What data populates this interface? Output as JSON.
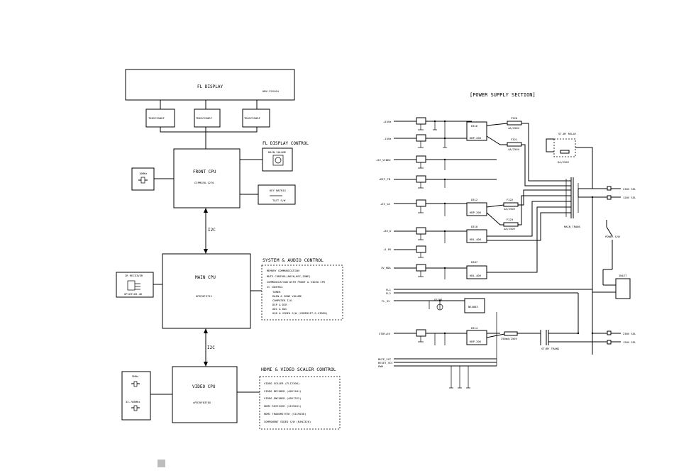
{
  "left": {
    "fl_display": {
      "title": "FL DISPLAY",
      "part": "HNV-22SL04"
    },
    "fl_drivers": [
      "TD62C950RF",
      "TD62C950RF",
      "TD62C950RF"
    ],
    "front_cpu": {
      "title": "FRONT CPU",
      "part": "C3PM1E0-1270"
    },
    "crystal_front": "10MHz",
    "fl_control": {
      "title": "FL DISPLAY CONTROL",
      "main_volume": "MAIN VOLUME",
      "key_matrix": "KEY MATRIX",
      "tactsw": "TACT S/W"
    },
    "i2c_1": "I2C",
    "i2c_2": "I2C",
    "main_cpu": {
      "title": "MAIN CPU",
      "part": "UPD70F3712"
    },
    "ir_receiver": {
      "title": "IR RECEIVER",
      "part": "GP1UT126-46"
    },
    "system_audio": {
      "title": "SYSTEM & AUDIO CONTROL",
      "items": [
        "MEMORY COMMUNICATION",
        "MUTE CONTROL(MAIN,REC,ZONE)",
        "COMMUNICATION WITH FRONT & VIDEO CPU",
        "IC CONTROL"
      ],
      "sub": [
        "TUNER",
        "MAIN & ZONE VOLUME",
        "COMPUTER I/O",
        "DSP & DIR",
        "ADC & DAC",
        "OSD & VIDEO S/W (COMPOSIT,S-VIDEO)"
      ]
    },
    "video_cpu": {
      "title": "VIDEO CPU",
      "part": "uPD70F0370X"
    },
    "crystals": [
      "5MHz",
      "32.768MHz"
    ],
    "hdmi_control": {
      "title": "HDMI & VIDEO SCALER CONTROL",
      "items": [
        "VIDEO SCALER (FLI2300)",
        "VIDEO DECODER (ADV7401)",
        "VIDEO ENCODER (ADV7322)",
        "HDMI RECEIVER (SII9031)",
        "HDMI TRANSMITTER (SII9030)",
        "COMPONENT VIDEO S/W (NJW1320)"
      ]
    }
  },
  "right": {
    "title": "[POWER SUPPLY SECTION]",
    "rails": [
      "+15Va",
      "-15Va",
      "+5V_VIDEO",
      "+DIF_FB",
      "+5V_VA",
      "+3V_D",
      "+1.8V",
      "3V_HDA",
      "FL1",
      "FL2",
      "FL_3V",
      "STBY+5V",
      "MUTE_VCC",
      "RESET_VCC",
      "PWR"
    ],
    "diodes": [
      "D316",
      "D312",
      "D310",
      "D307",
      "D314"
    ],
    "bridges": [
      "KBP-206",
      "KBP-206",
      "KBL-406",
      "KBL-406",
      "KBP-206"
    ],
    "fuses": [
      {
        "name": "F320",
        "rating": "4A/250V"
      },
      {
        "name": "F321",
        "rating": "4A/250V"
      },
      {
        "name": "F322",
        "rating": "4A/250V"
      },
      {
        "name": "F323",
        "rating": "4A/250V"
      },
      {
        "name": "",
        "rating": "250mA/250V"
      }
    ],
    "relay": "ST-BY RELAY",
    "relay_fuse": "6A/250V",
    "main_trans": "MAIN TRANS",
    "standby_trans": "ST/BY TRANS",
    "outputs": [
      "230V SEL",
      "120V SEL",
      "230V SEL",
      "120V SEL"
    ],
    "power_sw": "POWER S/W",
    "inlet": "INLET",
    "regulator": "NE4083",
    "zener": "D3208"
  },
  "footer_marker": ""
}
